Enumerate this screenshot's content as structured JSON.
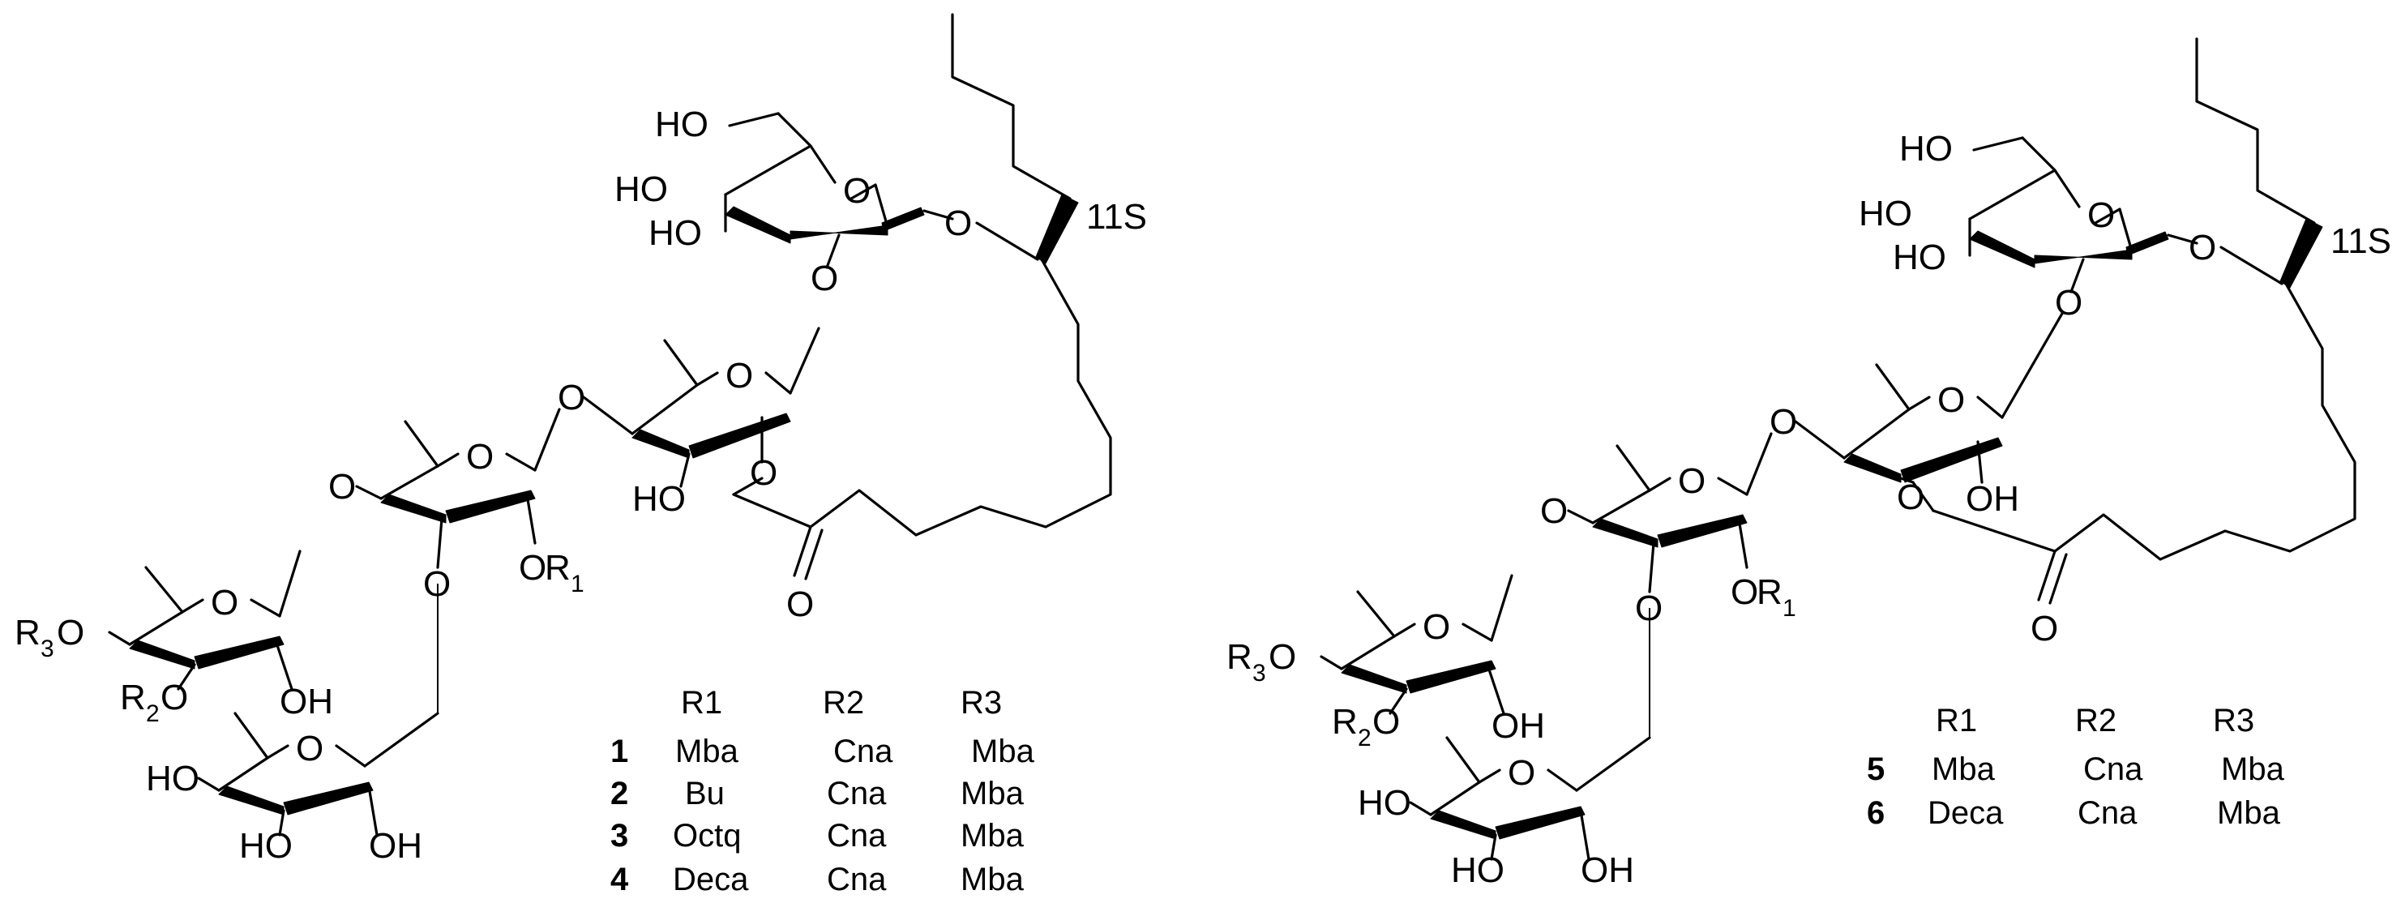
{
  "atoms": {
    "o": "O",
    "ho": "HO",
    "oh": "OH",
    "r_sub_1": "1",
    "r_sub_2": "2",
    "r_sub_3": "3",
    "r_letter": "R",
    "stereo": "11S"
  },
  "left_table": {
    "headers": [
      "R1",
      "R2",
      "R3"
    ],
    "rows": [
      {
        "num": "1",
        "r1": "Mba",
        "r2": "Cna",
        "r3": "Mba"
      },
      {
        "num": "2",
        "r1": "Bu",
        "r2": "Cna",
        "r3": "Mba"
      },
      {
        "num": "3",
        "r1": "Octq",
        "r2": "Cna",
        "r3": "Mba"
      },
      {
        "num": "4",
        "r1": "Deca",
        "r2": "Cna",
        "r3": "Mba"
      }
    ]
  },
  "right_table": {
    "headers": [
      "R1",
      "R2",
      "R3"
    ],
    "rows": [
      {
        "num": "5",
        "r1": "Mba",
        "r2": "Cna",
        "r3": "Mba"
      },
      {
        "num": "6",
        "r1": "Deca",
        "r2": "Cna",
        "r3": "Mba"
      }
    ]
  }
}
